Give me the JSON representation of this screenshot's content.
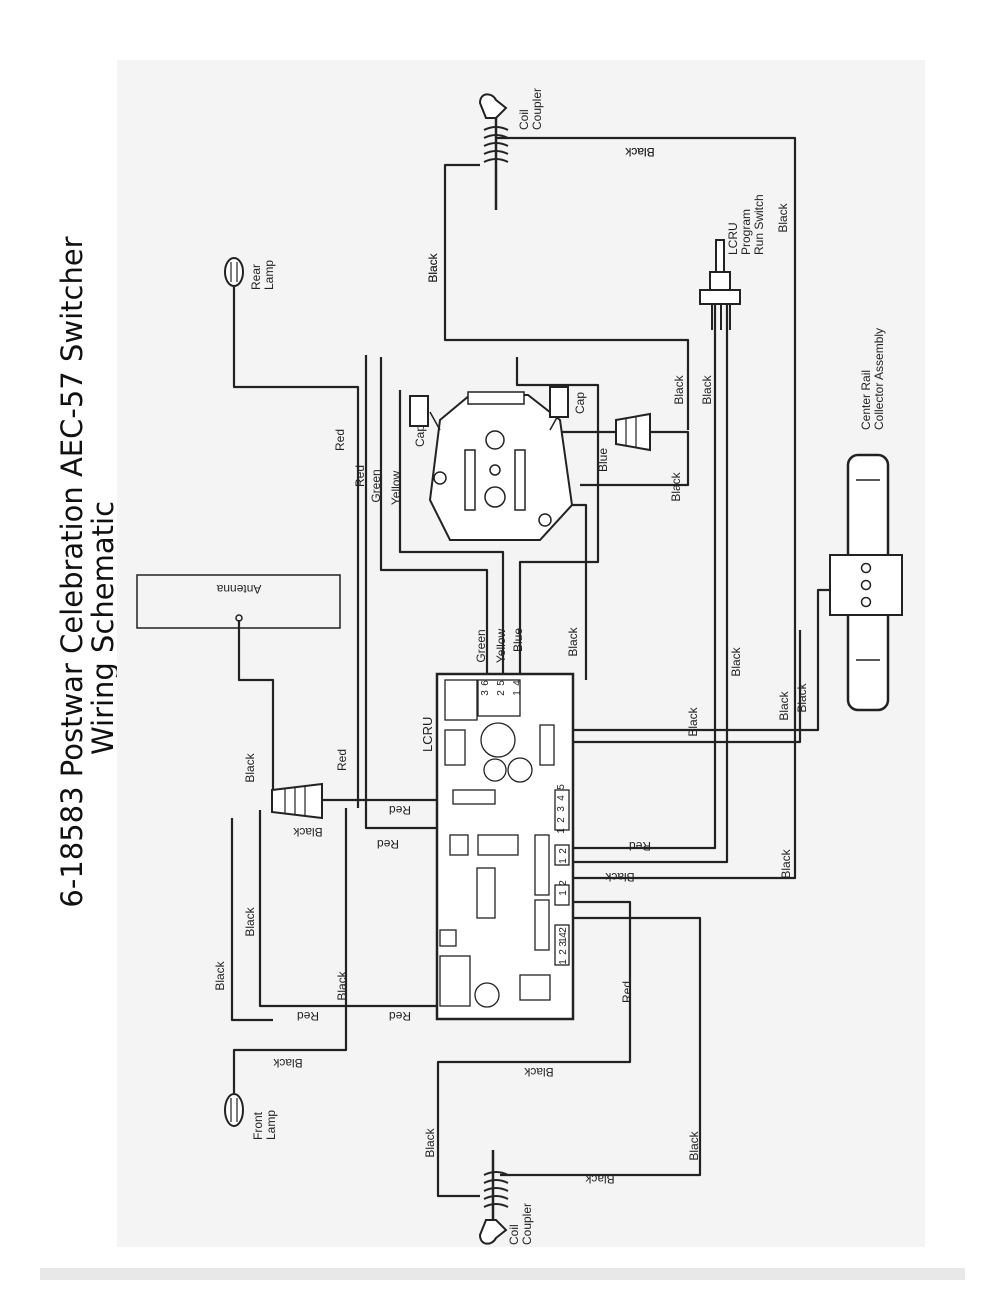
{
  "title": {
    "line1": "6-18583 Postwar Celebration AEC-57 Switcher",
    "line2": "Wiring Schematic"
  },
  "components": {
    "rear_lamp": "Rear\nLamp",
    "front_lamp": "Front\nLamp",
    "antenna": "Antenna",
    "coil_coupler_top": "Coil\nCoupler",
    "coil_coupler_bottom": "Coil\nCoupler",
    "lcru_switch": "LCRU\nProgram\nRun Switch",
    "lcru_board": "LCRU",
    "center_rail": "Center Rail\nCollector Assembly",
    "cap_left": "Cap",
    "cap_right": "Cap"
  },
  "wire_labels": [
    "Black",
    "Black",
    "Black",
    "Black",
    "Black",
    "Black",
    "Red",
    "Red",
    "Green",
    "Yellow",
    "Blue",
    "Green",
    "Yellow",
    "Blue",
    "Black",
    "Black",
    "Black",
    "Black",
    "Black",
    "Red",
    "Black",
    "Red",
    "Black",
    "Red",
    "Red",
    "Black",
    "Black",
    "Black",
    "Black",
    "Black",
    "Red",
    "Red",
    "Black",
    "Red",
    "Black",
    "Black",
    "Black",
    "Black",
    "Black",
    "Black"
  ],
  "pin_labels": [
    "3",
    "6",
    "2",
    "5",
    "1",
    "4",
    "1",
    "2",
    "3",
    "4",
    "5",
    "1",
    "2",
    "1",
    "2",
    "1",
    "2",
    "1",
    "2",
    "3",
    "4"
  ],
  "colors": {
    "ink": "#222222",
    "paper": "#ffffff",
    "panel": "#f4f4f4"
  }
}
